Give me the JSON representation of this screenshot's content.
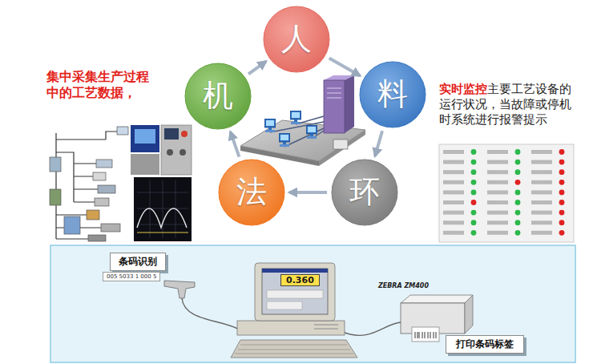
{
  "diagram": {
    "nodes": [
      {
        "text": [
          "人"
        ]
      },
      {
        "text": [
          "机"
        ]
      },
      {
        "text": [
          "料"
        ]
      },
      {
        "text": [
          "法"
        ]
      },
      {
        "text": [
          "环"
        ]
      },
      {
        "text": [
          "条码识别"
        ]
      },
      {
        "text": [
          "打印条码标签"
        ]
      }
    ],
    "edges": [
      {
        "from": 0,
        "to": 2,
        "arrow": "to"
      },
      {
        "from": 2,
        "to": 4,
        "arrow": "to"
      },
      {
        "from": 4,
        "to": 3,
        "arrow": "to"
      },
      {
        "from": 3,
        "to": 1,
        "arrow": "to"
      },
      {
        "from": 1,
        "to": 0,
        "arrow": "to"
      }
    ],
    "labels": [
      "集中采集生产过程中的工艺数据，",
      "实时监控",
      "主要工艺设备的运行状况，当故障或停机时系统进行报警提示",
      "005 5033 1 000 5",
      "0.360",
      "ZEBRA ZM400"
    ]
  }
}
